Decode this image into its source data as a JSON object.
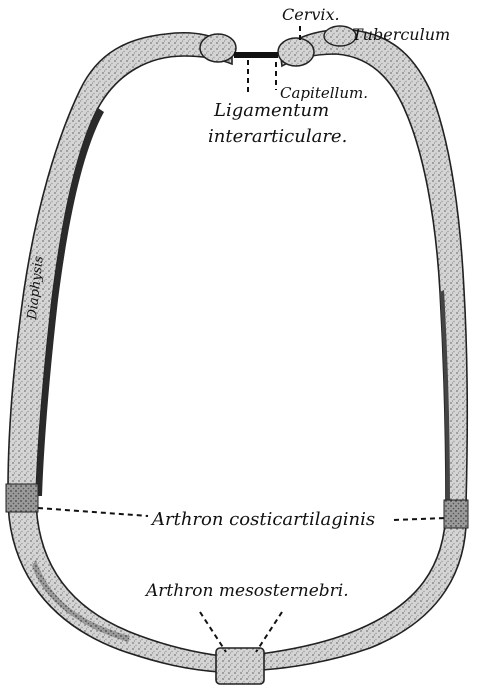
{
  "diagram": {
    "colors": {
      "ink": "#111111",
      "bone_light": "#d9d9d9",
      "bone_shade": "#8a8a8a",
      "background": "#ffffff"
    },
    "labels": {
      "cervix": "Cervix.",
      "tuberculum": "Tuberculum",
      "capitellum": "Capitellum.",
      "ligamentum_line1": "Ligamentum",
      "ligamentum_line2": "interarticulare.",
      "diaphysis": "Diaphysis",
      "arthron_costicartilaginis": "Arthron costicartilaginis",
      "arthron_mesosternebri": "Arthron mesosternebri."
    }
  }
}
